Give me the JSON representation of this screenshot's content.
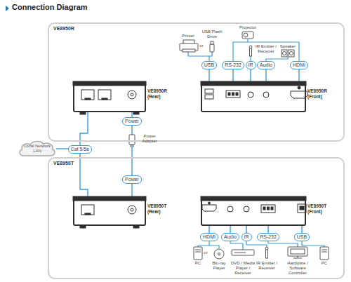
{
  "diagram": {
    "title": "Connection Diagram",
    "nodes": [
      {
        "text": [
          "VE8950R"
        ]
      },
      {
        "text": [
          "VE8950R (Rear)"
        ],
        "in": 0
      },
      {
        "text": [
          "VE8950R (Front)"
        ],
        "in": 0
      },
      {
        "text": [
          "USB"
        ],
        "in": 0
      },
      {
        "text": [
          "RS-232"
        ],
        "in": 0
      },
      {
        "text": [
          "IR"
        ],
        "in": 0
      },
      {
        "text": [
          "Audio"
        ],
        "in": 0
      },
      {
        "text": [
          "HDMI"
        ],
        "in": 0
      },
      {
        "text": [
          "Power"
        ],
        "in": 0
      },
      {
        "text": [
          "Cat 5/5e"
        ]
      },
      {
        "text": [
          "Local Network LAN"
        ]
      },
      {
        "text": [
          "VE8950T"
        ]
      },
      {
        "text": [
          "Power"
        ],
        "in": 11
      },
      {
        "text": [
          "VE8950T (Rear)"
        ],
        "in": 11
      },
      {
        "text": [
          "VE8950T (Front)"
        ],
        "in": 11
      },
      {
        "text": [
          "HDMI"
        ],
        "in": 11
      },
      {
        "text": [
          "Audio"
        ],
        "in": 11
      },
      {
        "text": [
          "IR"
        ],
        "in": 11
      },
      {
        "text": [
          "RS-232"
        ],
        "in": 11
      },
      {
        "text": [
          "USB"
        ],
        "in": 11
      }
    ],
    "edges": [
      {
        "from": 3,
        "to": 2,
        "arrow": "none"
      },
      {
        "from": 4,
        "to": 2,
        "arrow": "none"
      },
      {
        "from": 5,
        "to": 2,
        "arrow": "none"
      },
      {
        "from": 6,
        "to": 2,
        "arrow": "none"
      },
      {
        "from": 7,
        "to": 2,
        "arrow": "none"
      },
      {
        "from": 8,
        "to": 1,
        "arrow": "none"
      },
      {
        "from": 1,
        "to": 9,
        "arrow": "none"
      },
      {
        "from": 10,
        "to": 9,
        "arrow": "none"
      },
      {
        "from": 9,
        "to": 13,
        "arrow": "none"
      },
      {
        "from": 8,
        "to": 12,
        "arrow": "none"
      },
      {
        "from": 12,
        "to": 13,
        "arrow": "none"
      },
      {
        "from": 14,
        "to": 15,
        "arrow": "none"
      },
      {
        "from": 14,
        "to": 16,
        "arrow": "none"
      },
      {
        "from": 14,
        "to": 17,
        "arrow": "none"
      },
      {
        "from": 14,
        "to": 18,
        "arrow": "none"
      },
      {
        "from": 14,
        "to": 19,
        "arrow": "none"
      }
    ],
    "labels": [
      "Printer",
      "or",
      "USB Flash Drive",
      "Projector",
      "IR Emitter / Receiver",
      "Speaker",
      "Power Adapter",
      "PC",
      "or",
      "Blu-ray Player",
      "DVD / Media Player / Receiver",
      "IR Emitter / Receiver",
      "Hardware / Software Controller",
      "PC"
    ]
  }
}
